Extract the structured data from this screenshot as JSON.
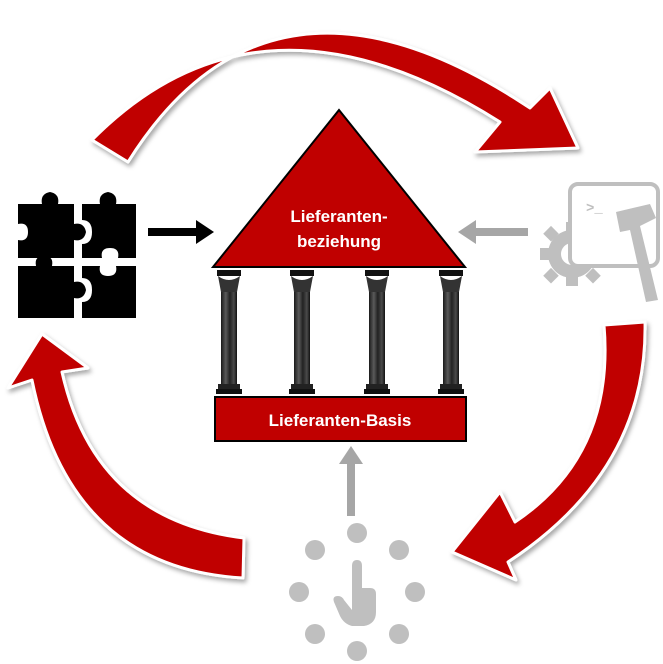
{
  "diagram": {
    "roof_label_line1": "Lieferanten-",
    "roof_label_line2": "beziehung",
    "base_label": "Lieferanten-Basis",
    "icons": {
      "left": "puzzle-icon",
      "right": "development-tools-icon",
      "bottom": "touch-gesture-icon"
    },
    "colors": {
      "cycle_arrow": "#c00000",
      "house": "#c00000",
      "pillars": "#000000",
      "active_icon": "#000000",
      "inactive_icon": "#bfbfbf"
    }
  }
}
